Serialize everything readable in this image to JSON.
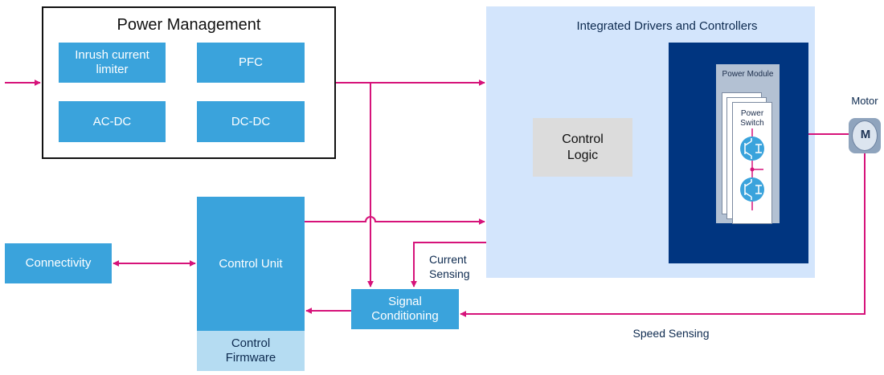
{
  "power_management": {
    "title": "Power Management",
    "blocks": [
      "Inrush current limiter",
      "PFC",
      "AC-DC",
      "DC-DC"
    ]
  },
  "integrated": {
    "title": "Integrated Drivers and Controllers",
    "control_logic": "Control Logic",
    "power_module": "Power Module",
    "power_switch": "Power Switch"
  },
  "motor": {
    "label": "Motor",
    "symbol": "M"
  },
  "connectivity": "Connectivity",
  "control_unit": "Control Unit",
  "control_firmware": "Control Firmware",
  "signal_conditioning": "Signal Conditioning",
  "current_sensing": "Current Sensing",
  "speed_sensing": "Speed Sensing",
  "colors": {
    "arrow": "#d6137a",
    "block_blue": "#3aa3dc",
    "light_panel": "#d3e5fc",
    "dark_panel": "#003580",
    "firmware": "#b5dcf2"
  }
}
